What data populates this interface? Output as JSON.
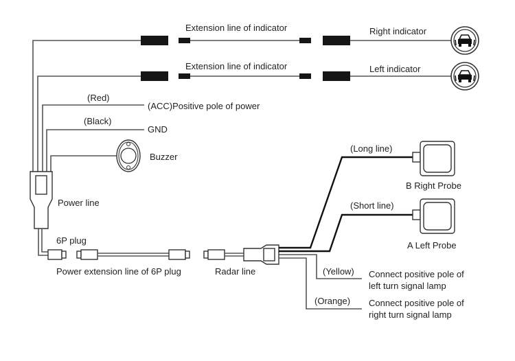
{
  "diagram": {
    "title": "Parking sensor wiring diagram",
    "indicators": {
      "extension_label_top": "Extension line of indicator",
      "extension_label_bottom": "Extension line of indicator",
      "right_indicator": "Right indicator",
      "left_indicator": "Left indicator",
      "icon": "car-indicator-icon"
    },
    "power": {
      "red_tag": "(Red)",
      "red_label": "(ACC)Positive pole of power",
      "black_tag": "(Black)",
      "black_label": "GND",
      "buzzer_label": "Buzzer",
      "power_line_label": "Power line"
    },
    "plugs": {
      "six_p_plug": "6P plug",
      "extension_label": "Power extension line of 6P plug",
      "radar_line": "Radar line"
    },
    "probes": {
      "long_line": "(Long line)",
      "right_probe": "B Right Probe",
      "short_line": "(Short line)",
      "left_probe": "A Left Probe"
    },
    "signals": {
      "yellow_tag": "(Yellow)",
      "yellow_line1": "Connect positive pole of",
      "yellow_line2": "left turn signal lamp",
      "orange_tag": "(Orange)",
      "orange_line1": "Connect positive pole of",
      "orange_line2": "right turn signal lamp"
    }
  }
}
